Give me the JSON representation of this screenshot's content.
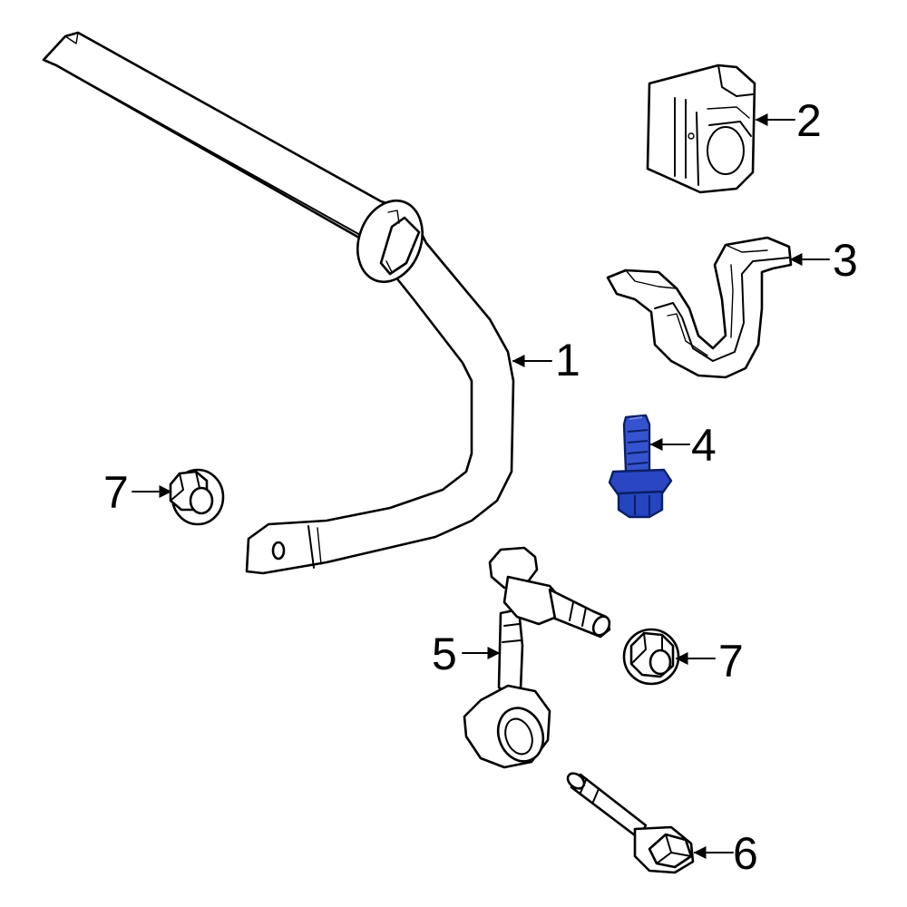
{
  "diagram": {
    "type": "exploded-parts-diagram",
    "highlight_color": "#2a46c2",
    "highlight_dark": "#0b1f66",
    "line_color": "#000000",
    "background": "#ffffff"
  },
  "callouts": {
    "c1": "1",
    "c2": "2",
    "c3": "3",
    "c4": "4",
    "c5": "5",
    "c6": "6",
    "c7a": "7",
    "c7b": "7"
  },
  "highlighted_part": "4"
}
